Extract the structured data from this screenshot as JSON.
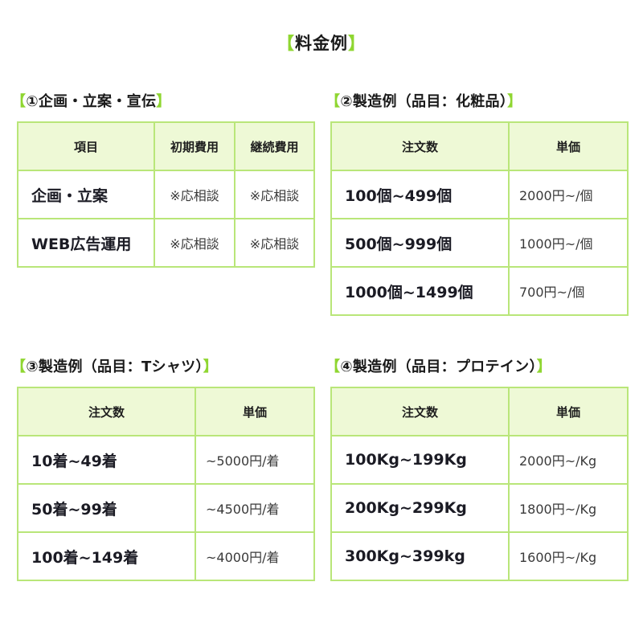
{
  "page": {
    "title": "料金例",
    "bracket_open": "【",
    "bracket_close": "】",
    "accent_color": "#8fd631",
    "header_bg_color": "#eef9d6",
    "border_color": "#b9e679"
  },
  "sections": [
    {
      "heading": "①企画・立案・宣伝",
      "columns": [
        "項目",
        "初期費用",
        "継続費用"
      ],
      "rows": [
        [
          "企画・立案",
          "※応相談",
          "※応相談"
        ],
        [
          "WEB広告運用",
          "※応相談",
          "※応相談"
        ]
      ]
    },
    {
      "heading": "②製造例（品目：化粧品）",
      "columns": [
        "注文数",
        "単価"
      ],
      "rows": [
        [
          "100個~499個",
          "2000円~/個"
        ],
        [
          "500個~999個",
          "1000円~/個"
        ],
        [
          "1000個~1499個",
          "700円~/個"
        ]
      ]
    },
    {
      "heading": "③製造例（品目：Tシャツ）",
      "columns": [
        "注文数",
        "単価"
      ],
      "rows": [
        [
          "10着~49着",
          "~5000円/着"
        ],
        [
          "50着~99着",
          "~4500円/着"
        ],
        [
          "100着~149着",
          "~4000円/着"
        ]
      ]
    },
    {
      "heading": "④製造例（品目：プロテイン）",
      "columns": [
        "注文数",
        "単価"
      ],
      "rows": [
        [
          "100Kg~199Kg",
          "2000円~/Kg"
        ],
        [
          "200Kg~299Kg",
          "1800円~/Kg"
        ],
        [
          "300Kg~399kg",
          "1600円~/Kg"
        ]
      ]
    }
  ]
}
